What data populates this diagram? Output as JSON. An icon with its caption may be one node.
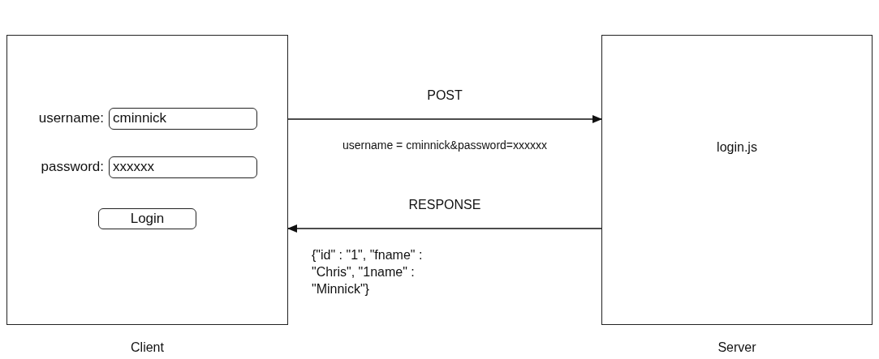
{
  "diagram": {
    "nodes": [
      {
        "text": [
          "Client"
        ]
      },
      {
        "text": [
          "cminnick"
        ],
        "in": 0,
        "beside": [
          "username:"
        ]
      },
      {
        "text": [
          "xxxxxx"
        ],
        "in": 0,
        "beside": [
          "password:"
        ]
      },
      {
        "text": [
          "Login"
        ],
        "in": 0
      },
      {
        "text": [
          "login.js",
          "Server"
        ]
      }
    ],
    "edges": [
      {
        "from": 0,
        "to": 4,
        "arrow": "to",
        "label": "POST"
      },
      {
        "from": 4,
        "to": 0,
        "arrow": "to",
        "label": "RESPONSE"
      }
    ],
    "labels": [
      "username = cminnick&password=xxxxxx",
      "{\"id\" : \"1\", \"fname\" : \"Chris\", \"1name\" : \"Minnick\"}"
    ]
  }
}
